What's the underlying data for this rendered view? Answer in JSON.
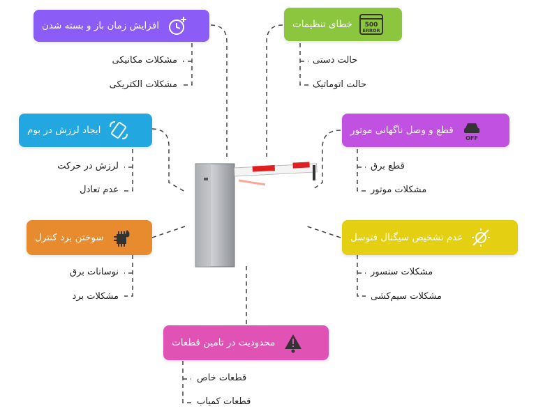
{
  "nodes": {
    "timing": {
      "title": "افزایش زمان باز و بسته شدن",
      "color": "#8b5cf6",
      "icon": "clock-plus-icon",
      "items": [
        "مشکلات مکانیکی",
        "مشکلات الکتریکی"
      ]
    },
    "settings": {
      "title": "خطای تنظیمات",
      "color": "#8cc63f",
      "icon": "500-error-icon",
      "icon_text_top": "500",
      "icon_text_bottom": "ERROR",
      "items": [
        "حالت دستی",
        "حالت اتوماتیک"
      ]
    },
    "vibration": {
      "title": "ایجاد لرزش در بوم",
      "color": "#22a7e0",
      "icon": "rotate-device-icon",
      "items": [
        "لرزش در حرکت",
        "عدم تعادل"
      ]
    },
    "motor": {
      "title": "قطع و وصل ناگهانی موتور",
      "color": "#c151e0",
      "icon": "car-off-icon",
      "icon_text": "OFF",
      "items": [
        "قطع برق",
        "مشکلات موتور"
      ]
    },
    "board": {
      "title": "سوختن برد کنترل",
      "color": "#e88a2e",
      "icon": "chip-fire-icon",
      "items": [
        "نوسانات برق",
        "مشکلات برد"
      ]
    },
    "photocell": {
      "title": "عدم تشخیص سیگنال فتوسل",
      "color": "#e4cf12",
      "icon": "sensor-off-icon",
      "items": [
        "مشکلات سنسور",
        "مشکلات سیم‌کشی"
      ]
    },
    "parts": {
      "title": "محدودیت در تامین قطعات",
      "color": "#e052b4",
      "icon": "warning-gear-icon",
      "items": [
        "قطعات خاص",
        "قطعات کمیاب"
      ]
    }
  }
}
